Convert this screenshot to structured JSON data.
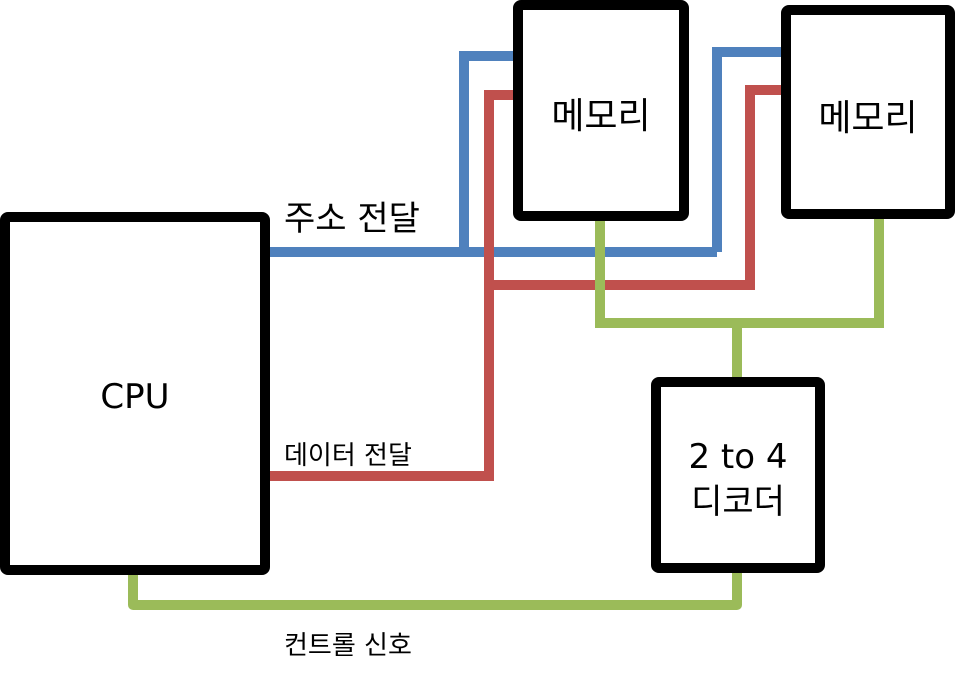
{
  "colors": {
    "address": "#4f81bd",
    "data": "#c0504d",
    "control": "#9bbb59",
    "box": "#000000"
  },
  "blocks": {
    "cpu": "CPU",
    "memory1": "메모리",
    "memory2": "메모리",
    "decoder_line1": "2 to 4",
    "decoder_line2": "디코더"
  },
  "labels": {
    "address": "주소 전달",
    "data": "데이터 전달",
    "control": "컨트롤 신호"
  }
}
